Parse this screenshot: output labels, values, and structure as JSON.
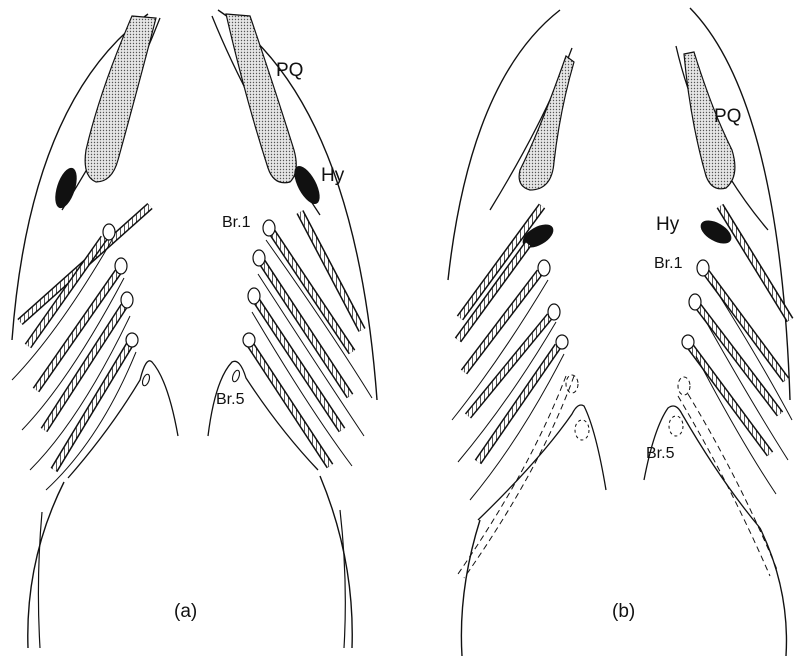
{
  "labels": {
    "a_PQ": "PQ",
    "a_Hy": "Hy",
    "a_Br1": "Br.1",
    "a_Br5": "Br.5",
    "b_PQ": "PQ",
    "b_Hy": "Hy",
    "b_Br1": "Br.1",
    "b_Br5": "Br.5"
  },
  "captions": {
    "a": "(a)",
    "b": "(b)"
  },
  "colors": {
    "ink": "#111111",
    "stipple": "#bdbdbd",
    "background": "#ffffff"
  }
}
